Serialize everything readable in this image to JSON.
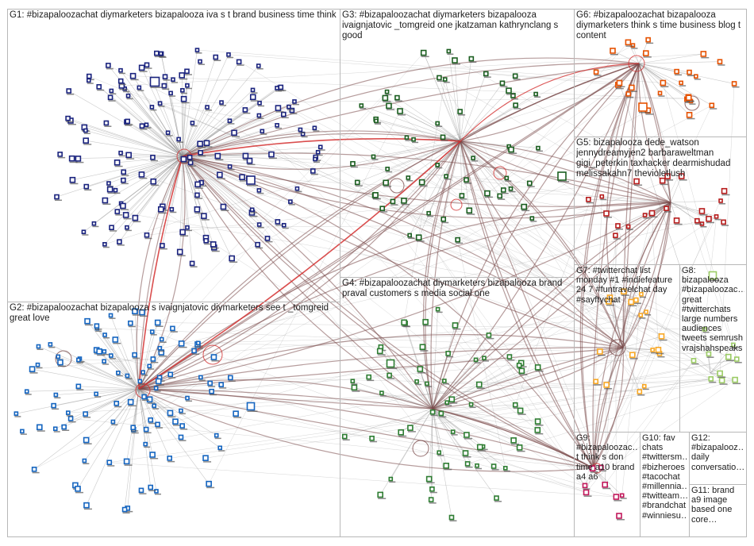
{
  "graph": {
    "groups": [
      {
        "id": "G1",
        "label": "G1: #bizapaloozachat diymarketers bizapalooza iva s t brand business time think",
        "color": "#1a237e"
      },
      {
        "id": "G2",
        "label": "G2: #bizapaloozachat bizapalooza s ivaignjatovic diymarketers see t _tomgreid great love",
        "color": "#1565c0"
      },
      {
        "id": "G3",
        "label": "G3: #bizapaloozachat diymarketers bizapalooza ivaignjatovic _tomgreid one jkatzaman kathrynclang s good",
        "color": "#1b5e20"
      },
      {
        "id": "G4",
        "label": "G4: #bizapaloozachat diymarketers bizapalooza brand praval customers s media social one",
        "color": "#2e7d32"
      },
      {
        "id": "G5",
        "label": "G5: bizapalooza dede_watson jennydreamyjen2 barbaraweltman gigi_peterkin taxhacker dearmishudad melissakahn7 thevioletlush",
        "color": "#b71c1c"
      },
      {
        "id": "G6",
        "label": "G6: #bizapaloozachat bizapalooza diymarketers think s time business blog t content",
        "color": "#e65100"
      },
      {
        "id": "G7",
        "label": "G7: #twitterchat list monday #1 #indiefeature 24 7 #funtravelchat day #sayftychat",
        "color": "#f9a825"
      },
      {
        "id": "G8",
        "label": "G8: bizapalooza #bizapaloozac… great #twitterchats large numbers audiences tweets semrush vrajshahspeaks",
        "color": "#9ccc65"
      },
      {
        "id": "G9",
        "label": "G9: #bizapaloozac… t think s don time a10 brand a4 a6",
        "color": "#c2185b"
      },
      {
        "id": "G10",
        "label": "G10: fav chats #twittersm… #bizheroes #tacochat #millennia… #twitteam… #brandchat #winniesu…",
        "color": "#4527a0"
      },
      {
        "id": "G11",
        "label": "G11: brand a9 image based one core…",
        "color": "#4527a0"
      },
      {
        "id": "G12",
        "label": "G12: #bizapalooz… daily conversatio…",
        "color": "#4527a0"
      }
    ],
    "edge_colors": {
      "normal": "#8a8a8a",
      "heavy": "#7a4a4a",
      "highlight": "#d32f2f"
    }
  }
}
